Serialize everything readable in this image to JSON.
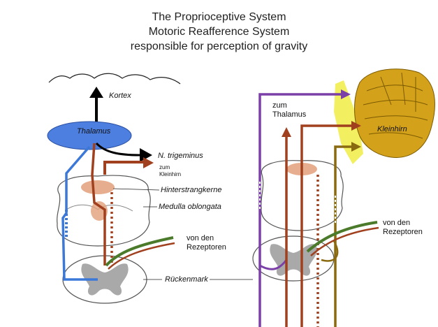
{
  "title": {
    "line1": "The Proprioceptive System",
    "line2": "Motoric Reafference System",
    "line3": "responsible for perception of gravity"
  },
  "left_diagram": {
    "kortex": "Kortex",
    "thalamus": "Thalamus",
    "n_trigeminus": "N. trigeminus",
    "zum_kleinhirn_1": "zum",
    "zum_kleinhirn_2": "Kleinhirn",
    "hinterstrangkerne": "Hinterstrangkerne",
    "medulla": "Medulla oblongata",
    "von_den": "von den",
    "rezeptoren": "Rezeptoren",
    "rueckenmark": "Rückenmark"
  },
  "right_diagram": {
    "zum": "zum",
    "thalamus": "Thalamus",
    "kleinhirn": "Kleinhirn",
    "von_den": "von den",
    "rezeptoren": "Rezeptoren"
  },
  "colors": {
    "thalamus_fill": "#4d7fe0",
    "blue_path": "#3c78d8",
    "brown_path": "#a0401f",
    "olive_path": "#8a6a10",
    "purple_path": "#7b3fa8",
    "green_path": "#4a7a2a",
    "cerebellum": "#d4a11a",
    "cerebellum_peduncle": "#f2f060",
    "nucleus": "#e2a07a"
  }
}
